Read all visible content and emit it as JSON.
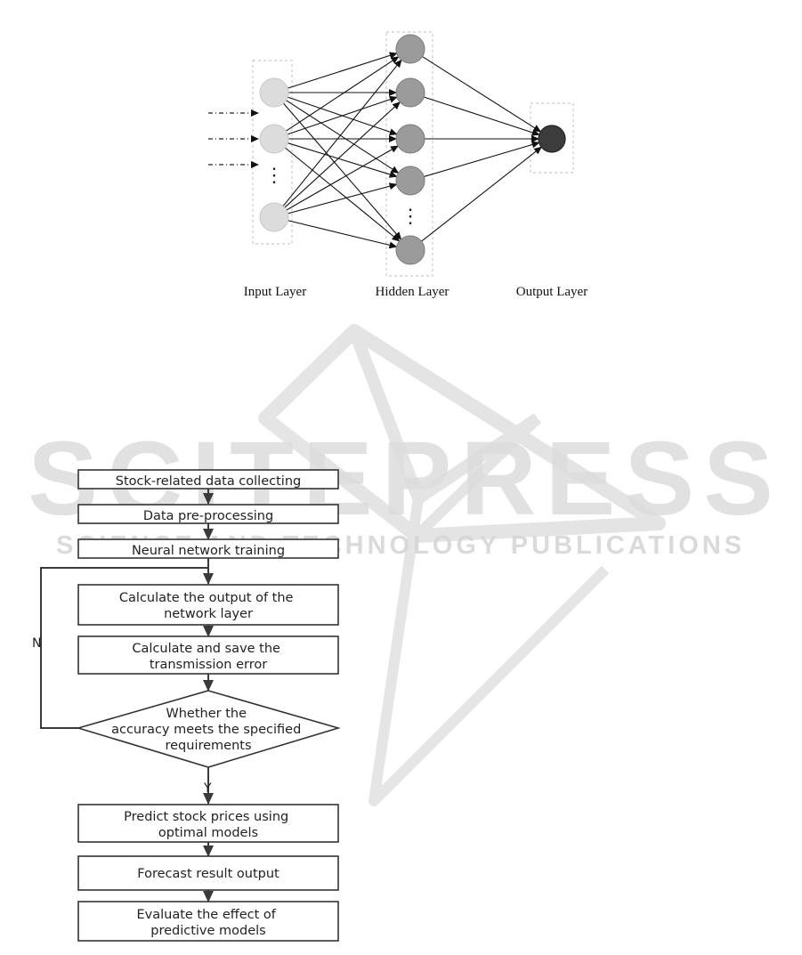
{
  "watermark": {
    "title": "SCITEPRESS",
    "subtitle": "SCIENCE AND TECHNOLOGY PUBLICATIONS",
    "color": "#d9d9d9"
  },
  "network": {
    "layers": [
      {
        "label": "Input Layer",
        "color": "#dcdcdc"
      },
      {
        "label": "Hidden Layer",
        "color": "#9b9b9b"
      },
      {
        "label": "Output Layer",
        "color": "#3c3c3c"
      }
    ],
    "ellipsis": "⋮"
  },
  "flowchart": {
    "steps": [
      {
        "id": "collect",
        "lines": [
          "Stock-related data collecting"
        ]
      },
      {
        "id": "preprocess",
        "lines": [
          "Data pre-processing"
        ]
      },
      {
        "id": "train",
        "lines": [
          "Neural network training"
        ]
      },
      {
        "id": "calc-output",
        "lines": [
          "Calculate the output of the",
          "network layer"
        ]
      },
      {
        "id": "calc-error",
        "lines": [
          "Calculate and save the",
          "transmission error"
        ]
      },
      {
        "id": "decision",
        "lines": [
          "Whether the",
          "accuracy meets the specified",
          "requirements"
        ]
      },
      {
        "id": "predict",
        "lines": [
          "Predict stock prices using",
          "optimal models"
        ]
      },
      {
        "id": "forecast",
        "lines": [
          "Forecast result output"
        ]
      },
      {
        "id": "evaluate",
        "lines": [
          "Evaluate the effect of",
          "predictive models"
        ]
      }
    ],
    "no_label": "N",
    "yes_label": "Y"
  }
}
